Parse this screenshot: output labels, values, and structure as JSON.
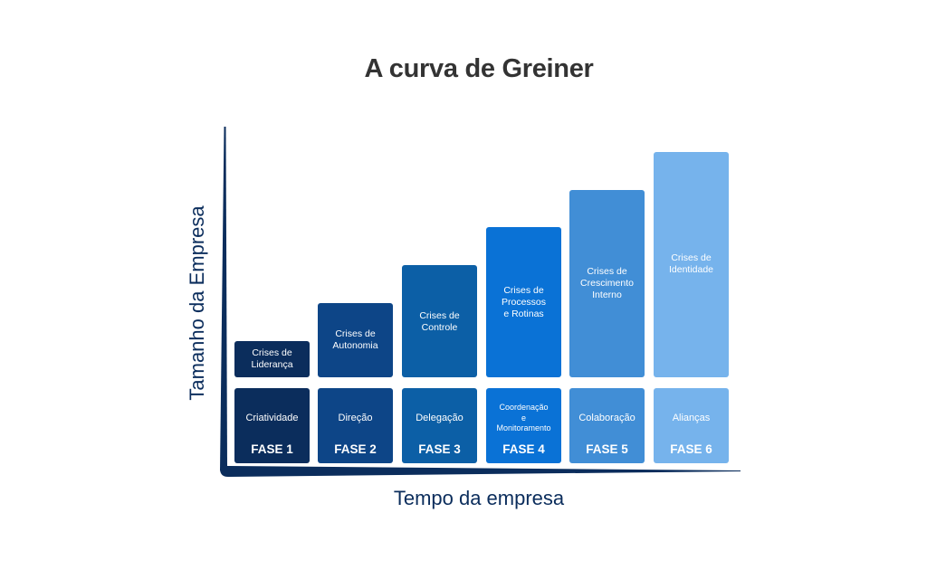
{
  "title": "A curva de Greiner",
  "y_axis_label": "Tamanho da Empresa",
  "x_axis_label": "Tempo da empresa",
  "colors": {
    "title": "#333333",
    "axis": "#0b2d5c",
    "phases": [
      "#0b2d5c",
      "#0d4587",
      "#0c5fa6",
      "#0a72d6",
      "#418ed6",
      "#76b3ec"
    ]
  },
  "phases": [
    {
      "label": "FASE 1",
      "growth": "Criatividade",
      "crisis": "Crises de Liderança",
      "crisis_lines": [
        "Crises de",
        "Liderança"
      ],
      "relative_size": 1
    },
    {
      "label": "FASE 2",
      "growth": "Direção",
      "crisis": "Crises de Autonomia",
      "crisis_lines": [
        "Crises de",
        "Autonomia"
      ],
      "relative_size": 2
    },
    {
      "label": "FASE 3",
      "growth": "Delegação",
      "crisis": "Crises de Controle",
      "crisis_lines": [
        "Crises de",
        "Controle"
      ],
      "relative_size": 3
    },
    {
      "label": "FASE 4",
      "growth": "Coordenação e Monitoramento",
      "growth_lines": [
        "Coordenação",
        "e",
        "Monitoramento"
      ],
      "crisis": "Crises de Processos e Rotinas",
      "crisis_lines": [
        "Crises de",
        "Processos",
        "e Rotinas"
      ],
      "relative_size": 4
    },
    {
      "label": "FASE 5",
      "growth": "Colaboração",
      "crisis": "Crises de Crescimento Interno",
      "crisis_lines": [
        "Crises de",
        "Crescimento",
        "Interno"
      ],
      "relative_size": 5
    },
    {
      "label": "FASE 6",
      "growth": "Alianças",
      "crisis": "Crises de Identidade",
      "crisis_lines": [
        "Crises de",
        "Identidade"
      ],
      "relative_size": 6
    }
  ]
}
